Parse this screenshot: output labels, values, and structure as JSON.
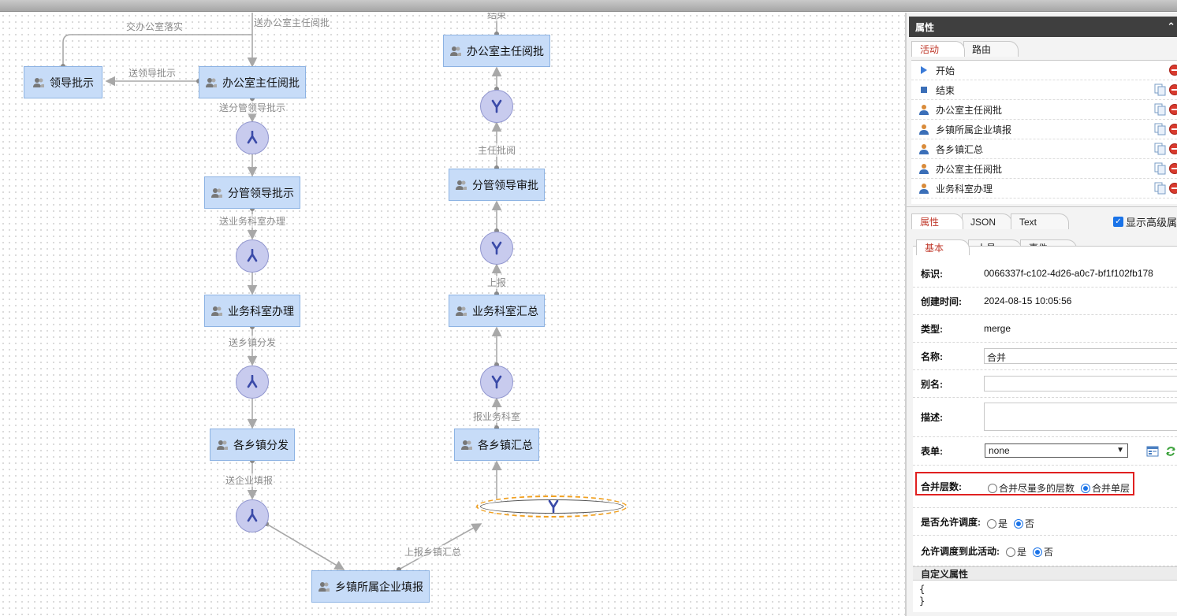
{
  "canvas": {
    "nodes": [
      {
        "id": "leader",
        "label": "领导批示"
      },
      {
        "id": "office1",
        "label": "办公室主任阅批"
      },
      {
        "id": "deputy",
        "label": "分管领导批示"
      },
      {
        "id": "bizdept",
        "label": "业务科室办理"
      },
      {
        "id": "towns",
        "label": "各乡镇分发"
      },
      {
        "id": "enterprise",
        "label": "乡镇所属企业填报"
      },
      {
        "id": "townsum",
        "label": "各乡镇汇总"
      },
      {
        "id": "bizsum",
        "label": "业务科室汇总"
      },
      {
        "id": "deputyrev",
        "label": "分管领导审批"
      },
      {
        "id": "office2",
        "label": "办公室主任阅批"
      }
    ],
    "edge_labels": [
      {
        "id": "e1",
        "text": "交办公室落实"
      },
      {
        "id": "e2",
        "text": "送办公室主任阅批"
      },
      {
        "id": "e3",
        "text": "送领导批示"
      },
      {
        "id": "e4",
        "text": "送分管领导批示"
      },
      {
        "id": "e5",
        "text": "送业务科室办理"
      },
      {
        "id": "e6",
        "text": "送乡镇分发"
      },
      {
        "id": "e7",
        "text": "送企业填报"
      },
      {
        "id": "e8",
        "text": "上报乡镇汇总"
      },
      {
        "id": "e9",
        "text": "报业务科室"
      },
      {
        "id": "e10",
        "text": "上报"
      },
      {
        "id": "e11",
        "text": "主任批阅"
      },
      {
        "id": "e12",
        "text": "结束"
      }
    ]
  },
  "panel": {
    "title": "属性",
    "top_tabs": [
      "活动",
      "路由"
    ],
    "activities": [
      {
        "label": "开始",
        "icon": "start-arrow-icon"
      },
      {
        "label": "结束",
        "icon": "end-square-icon"
      },
      {
        "label": "办公室主任阅批",
        "icon": "user-icon"
      },
      {
        "label": "乡镇所属企业填报",
        "icon": "user-icon"
      },
      {
        "label": "各乡镇汇总",
        "icon": "user-icon"
      },
      {
        "label": "办公室主任阅批",
        "icon": "user-icon"
      },
      {
        "label": "业务科室办理",
        "icon": "user-icon"
      }
    ],
    "mid_tabs": [
      "属性",
      "JSON",
      "Text"
    ],
    "advanced_checkbox": {
      "label": "显示高级属",
      "checked": true
    },
    "sub_tabs": [
      "基本",
      "人员",
      "事件"
    ],
    "fields": {
      "id_label": "标识:",
      "id_value": "0066337f-c102-4d26-a0c7-bf1f102fb178",
      "created_label": "创建时间:",
      "created_value": "2024-08-15 10:05:56",
      "type_label": "类型:",
      "type_value": "merge",
      "name_label": "名称:",
      "name_value": "合并",
      "alias_label": "别名:",
      "alias_value": "",
      "desc_label": "描述:",
      "form_label": "表单:",
      "form_value": "none",
      "merge_label": "合并层数:",
      "merge_opt1": "合并尽量多的层数",
      "merge_opt2": "合并单层",
      "sched_label": "是否允许调度:",
      "sched_yes": "是",
      "sched_no": "否",
      "schedto_label": "允许调度到此活动:",
      "schedto_yes": "是",
      "schedto_no": "否"
    },
    "custom_header": "自定义属性",
    "custom_text": "{\n}"
  },
  "colors": {
    "node_fill": "#c7dcf8",
    "node_border": "#8db3e3",
    "gateway_fill": "#c8cbee",
    "gateway_icon": "#3a4aa8",
    "link": "#a8a8a8",
    "highlight": "#e02020",
    "selection": "#f0a020"
  }
}
